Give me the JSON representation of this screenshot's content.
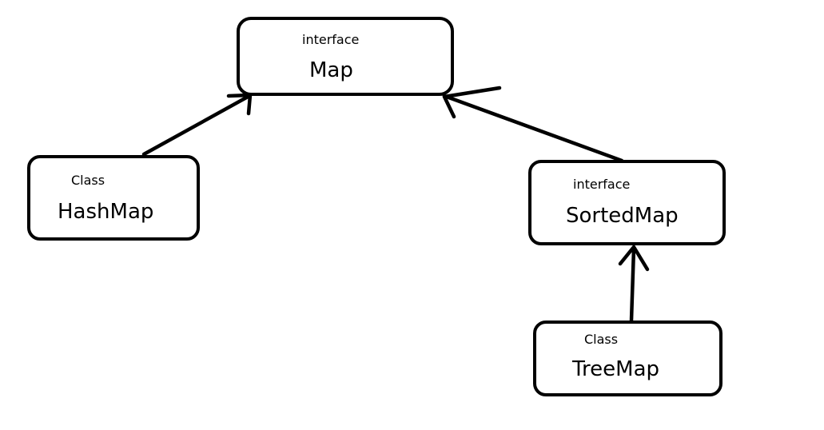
{
  "nodes": {
    "map": {
      "kind": "interface",
      "name": "Map"
    },
    "hashmap": {
      "kind": "Class",
      "name": "HashMap"
    },
    "sortedmap": {
      "kind": "interface",
      "name": "SortedMap"
    },
    "treemap": {
      "kind": "Class",
      "name": "TreeMap"
    }
  },
  "edges": [
    {
      "from": "HashMap",
      "to": "Map"
    },
    {
      "from": "SortedMap",
      "to": "Map"
    },
    {
      "from": "TreeMap",
      "to": "SortedMap"
    }
  ]
}
